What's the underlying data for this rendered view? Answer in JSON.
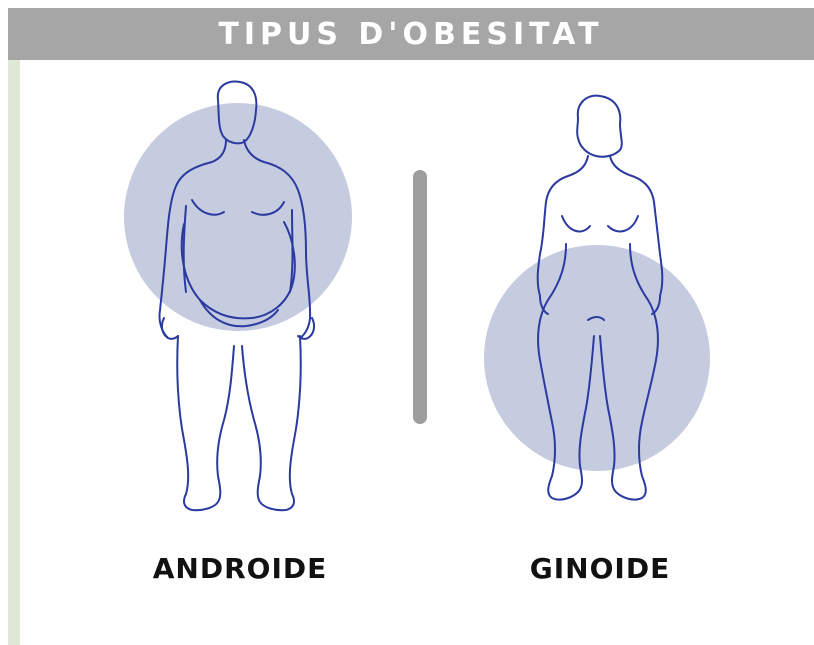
{
  "title": "TIPUS D'OBESITAT",
  "types": [
    {
      "label": "ANDROIDE"
    },
    {
      "label": "GINOIDE"
    }
  ],
  "colors": {
    "title_bar": "#a6a6a6",
    "title_text": "#ffffff",
    "side_stripe": "#dfe8d5",
    "highlight_circle": "#c6cce0",
    "body_outline": "#2b3aa0",
    "divider": "#9e9e9e",
    "label_text": "#111111"
  },
  "icons": {
    "android_body": "male-body-outline-icon",
    "gynoid_body": "female-body-outline-icon"
  }
}
